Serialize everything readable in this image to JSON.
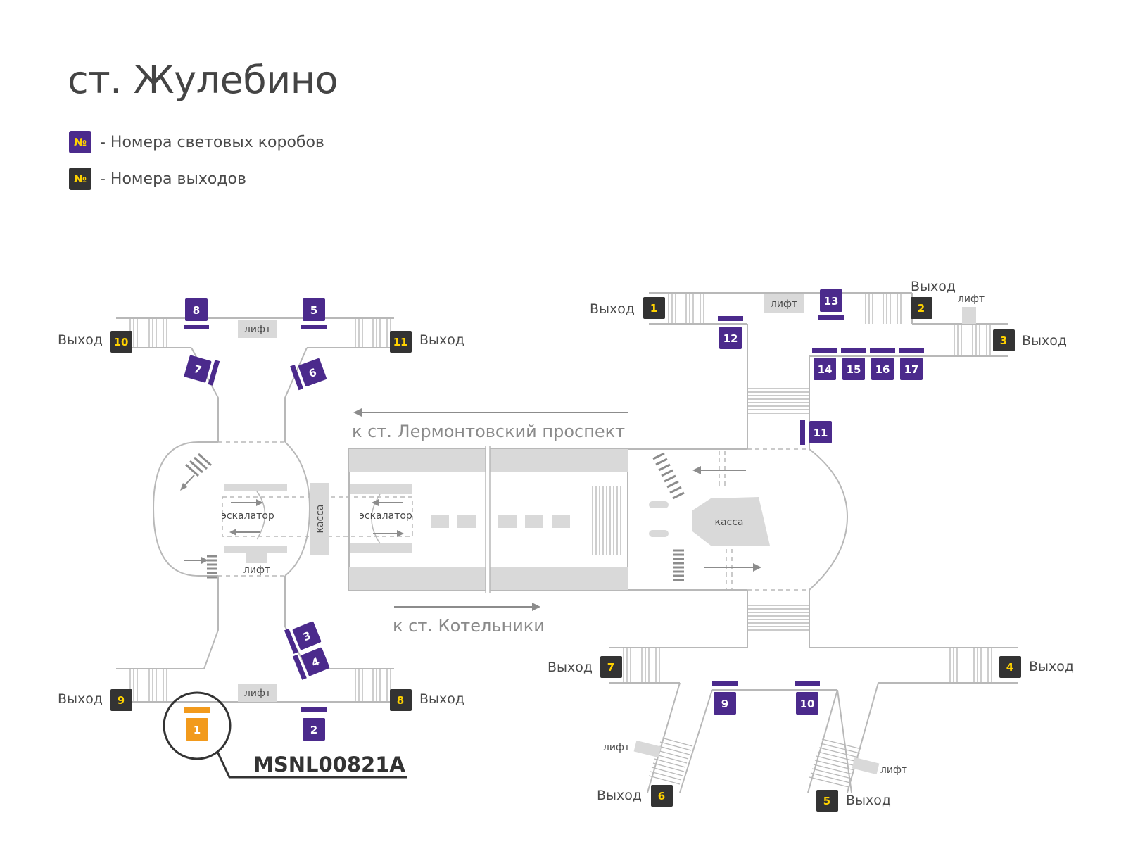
{
  "title": "ст. Жулебино",
  "legend": [
    {
      "symbol": "№",
      "text": "- Номера световых коробов",
      "color": "#4b2a8c"
    },
    {
      "symbol": "№",
      "text": "- Номера выходов",
      "color": "#333333"
    }
  ],
  "colors": {
    "lightbox": "#4b2a8c",
    "exit": "#333333",
    "exit_text": "#ffd200",
    "highlight": "#f29a1c"
  },
  "labels": {
    "exit_word": "Выход",
    "lift": "лифт",
    "escalator": "эскалатор",
    "kassa": "касса",
    "dir_west": "к ст. Лермонтовский проспект",
    "dir_east": "к ст. Котельники"
  },
  "highlight_code": "MSNL00821A",
  "highlight_number": "1",
  "exits": [
    "10",
    "11",
    "9",
    "8",
    "1",
    "2",
    "3",
    "7",
    "4",
    "6",
    "5"
  ],
  "lightboxes": [
    "8",
    "5",
    "7",
    "6",
    "3",
    "4",
    "2",
    "12",
    "13",
    "14",
    "15",
    "16",
    "17",
    "11",
    "9",
    "10"
  ]
}
